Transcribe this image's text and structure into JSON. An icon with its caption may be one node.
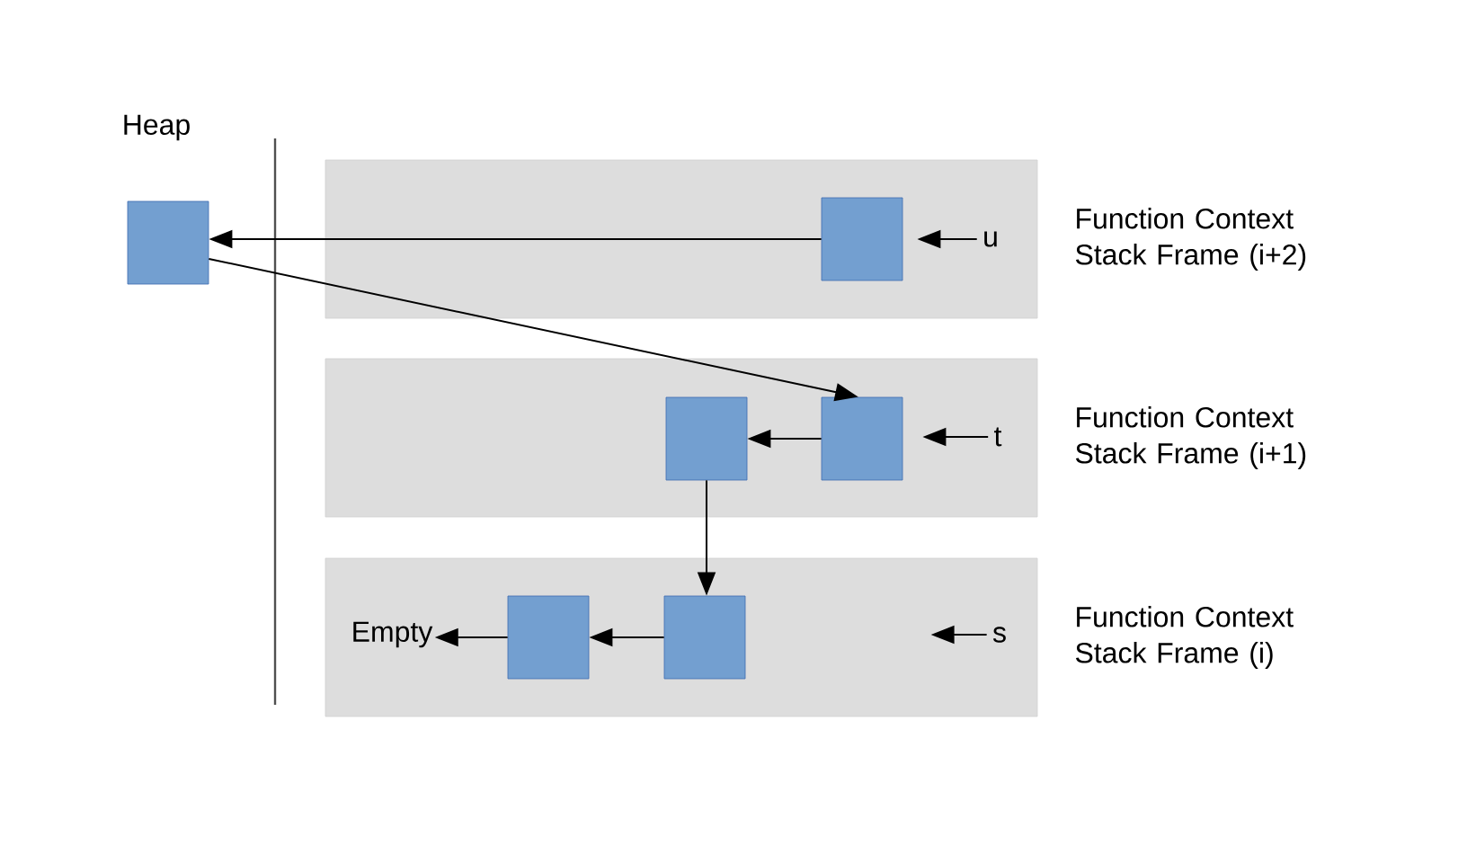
{
  "diagram": {
    "nodes": [
      {
        "text": [],
        "shape": "box"
      },
      {
        "text": [
          "Function Context Stack Frame (i+2)"
        ]
      },
      {
        "text": [],
        "shape": "box",
        "in": 1
      },
      {
        "text": [
          "u"
        ],
        "in": 1
      },
      {
        "text": [
          "Function Context Stack Frame (i+1)"
        ]
      },
      {
        "text": [],
        "shape": "box",
        "in": 4
      },
      {
        "text": [],
        "shape": "box",
        "in": 4
      },
      {
        "text": [
          "t"
        ],
        "in": 4
      },
      {
        "text": [
          "Function Context Stack Frame (i)"
        ]
      },
      {
        "text": [
          "Empty"
        ],
        "in": 8
      },
      {
        "text": [],
        "shape": "box",
        "in": 8
      },
      {
        "text": [],
        "shape": "box",
        "in": 8
      },
      {
        "text": [
          "s"
        ],
        "in": 8
      }
    ],
    "edges": [
      {
        "from": 2,
        "to": 0,
        "arrow": "to"
      },
      {
        "from": 0,
        "to": 6,
        "arrow": "to"
      },
      {
        "from": 3,
        "to": 2,
        "arrow": "to"
      },
      {
        "from": 6,
        "to": 5,
        "arrow": "to"
      },
      {
        "from": 7,
        "to": 6,
        "arrow": "to"
      },
      {
        "from": 5,
        "to": 11,
        "arrow": "to"
      },
      {
        "from": 11,
        "to": 10,
        "arrow": "to"
      },
      {
        "from": 10,
        "to": 9,
        "arrow": "to"
      },
      {
        "from": 12,
        "to": null,
        "arrow": "to"
      }
    ],
    "labels": [
      "Heap"
    ]
  }
}
